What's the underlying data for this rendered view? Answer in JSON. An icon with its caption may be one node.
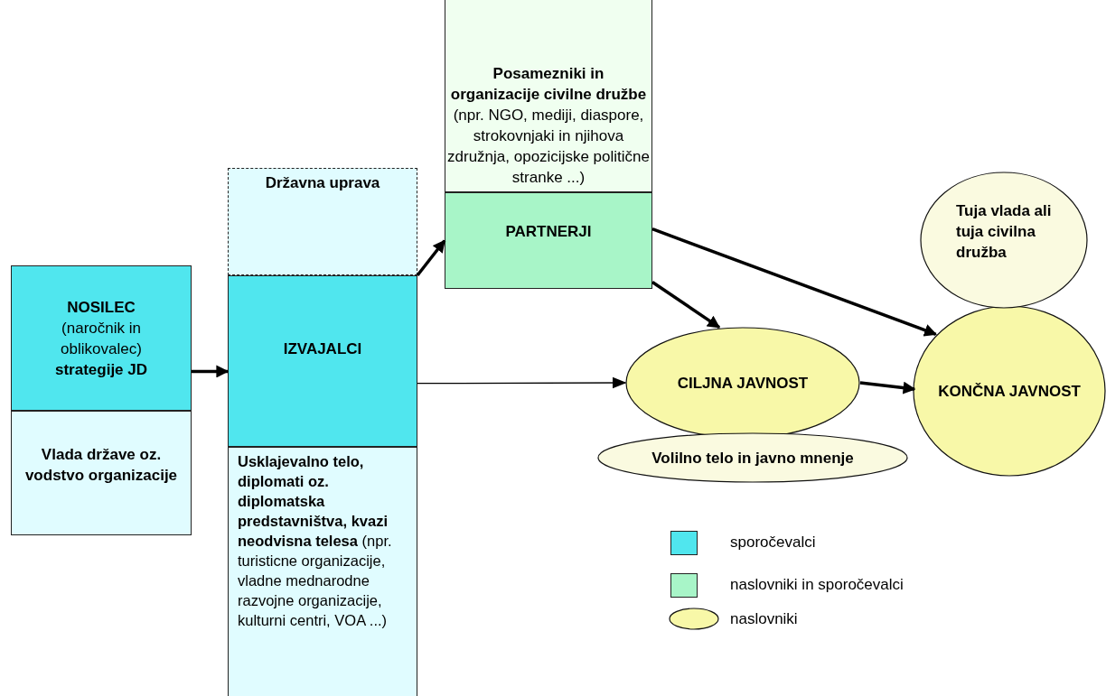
{
  "diagram": {
    "nodes": [
      {
        "text": [
          "**NOSILEC** (naročnik in oblikovalec) **strategije JD**"
        ]
      },
      {
        "text": [
          "Vlada države oz. vodstvo organizacije"
        ]
      },
      {
        "text": [
          "Državna uprava"
        ]
      },
      {
        "text": [
          "IZVAJALCI"
        ]
      },
      {
        "text": [
          "**Usklajevalno telo, diplomati oz. diplomatska predstavništva, kvazi neodvisna telesa** (npr. turisticne organizacije, vladne mednarodne razvojne organizacije, kulturni centri, VOA ...)"
        ]
      },
      {
        "text": [
          "Posamezniki in organizacije civilne družbe",
          "(npr. NGO, mediji, diaspore, strokovnjaki in njihova združnja, opozicijske politične stranke ...)"
        ]
      },
      {
        "text": [
          "PARTNERJI"
        ]
      },
      {
        "text": [
          "Tuja vlada ali tuja civilna družba"
        ]
      },
      {
        "text": [
          "CILJNA JAVNOST"
        ]
      },
      {
        "text": [
          "Volilno telo in javno mnenje"
        ]
      },
      {
        "text": [
          "KONČNA JAVNOST"
        ]
      }
    ],
    "edges": [
      {
        "from": 0,
        "to": 3,
        "arrow": "to"
      },
      {
        "from": 3,
        "to": 6,
        "arrow": "to"
      },
      {
        "from": 3,
        "to": 8,
        "arrow": "to"
      },
      {
        "from": 6,
        "to": 8,
        "arrow": "to"
      },
      {
        "from": 6,
        "to": 10,
        "arrow": "to"
      },
      {
        "from": 8,
        "to": 10,
        "arrow": "to"
      }
    ],
    "legend": [
      {
        "text": "sporočevalci",
        "color": "#50e6ee"
      },
      {
        "text": "naslovniki in sporočevalci",
        "color": "#a8f5c8"
      },
      {
        "text": "naslovniki",
        "color": "#f8f8a8"
      }
    ]
  }
}
